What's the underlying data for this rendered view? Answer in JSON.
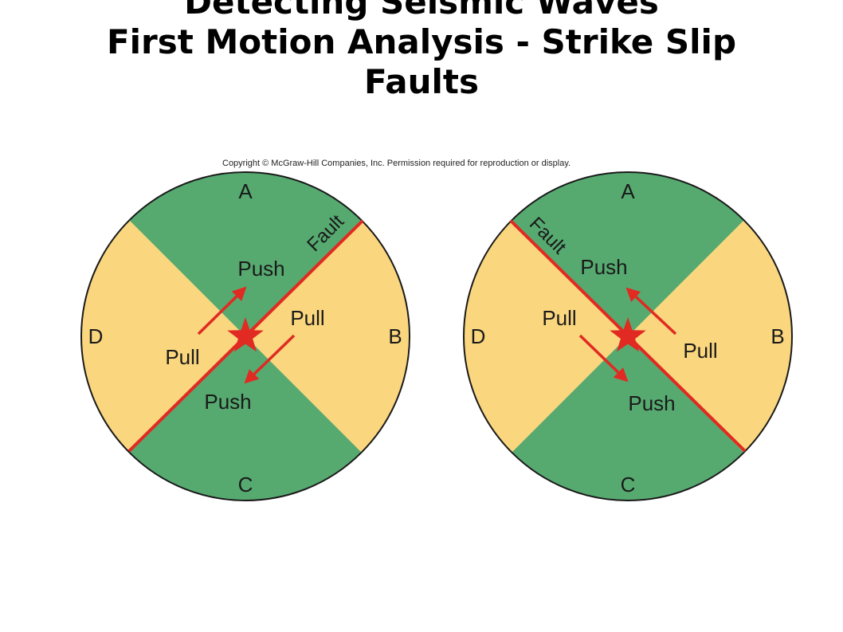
{
  "title": {
    "line1": "Detecting Seismic Waves",
    "line2": "First Motion Analysis - Strike Slip",
    "line3": "Faults"
  },
  "copyright": "Copyright © McGraw-Hill Companies, Inc. Permission required for reproduction or display.",
  "colors": {
    "push_quadrant": "#56aa70",
    "pull_quadrant": "#fad67e",
    "fault_line": "#e02a22",
    "outline": "#1a1a1a"
  },
  "left_diagram": {
    "dir_a": "A",
    "dir_b": "B",
    "dir_c": "C",
    "dir_d": "D",
    "fault_label": "Fault",
    "push_top": "Push",
    "push_bottom": "Push",
    "pull_right": "Pull",
    "pull_left": "Pull"
  },
  "right_diagram": {
    "dir_a": "A",
    "dir_b": "B",
    "dir_c": "C",
    "dir_d": "D",
    "fault_label": "Fault",
    "push_top": "Push",
    "push_bottom": "Push",
    "pull_left": "Pull",
    "pull_right": "Pull"
  }
}
